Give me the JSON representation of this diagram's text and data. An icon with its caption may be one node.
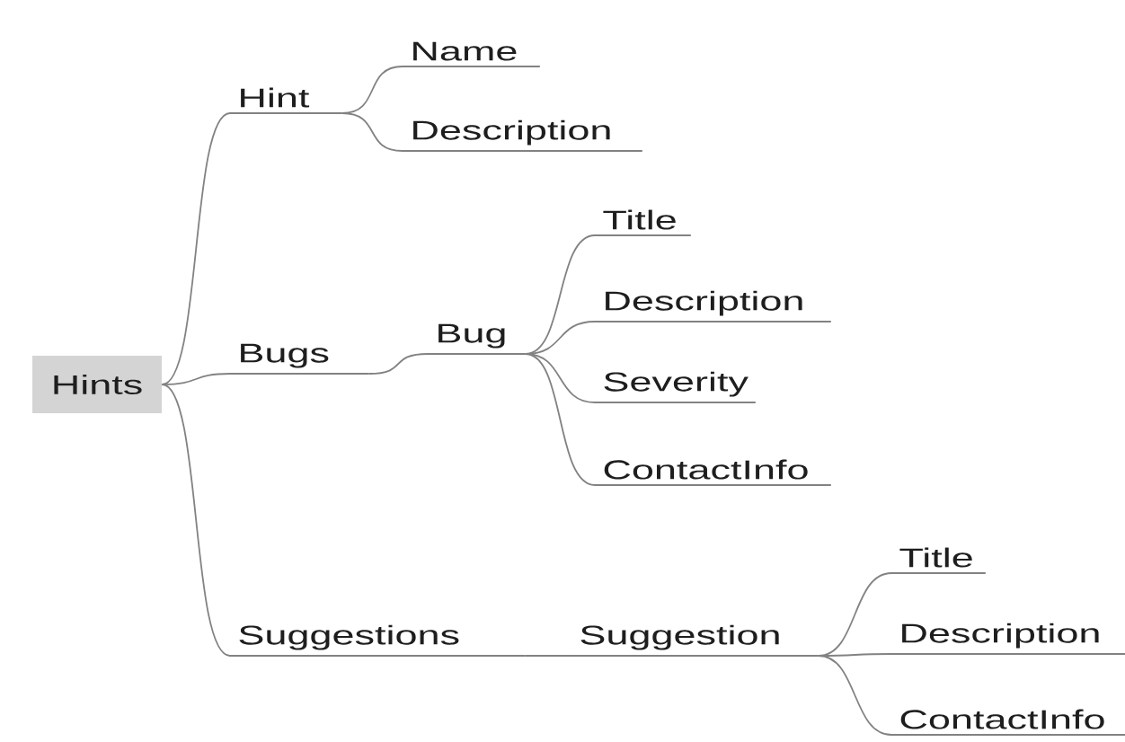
{
  "diagram": {
    "nodes": [
      {
        "text": [
          "Hints"
        ]
      },
      {
        "text": [
          "Hint"
        ]
      },
      {
        "text": [
          "Name"
        ]
      },
      {
        "text": [
          "Description"
        ]
      },
      {
        "text": [
          "Bugs"
        ]
      },
      {
        "text": [
          "Bug"
        ]
      },
      {
        "text": [
          "Title"
        ]
      },
      {
        "text": [
          "Description"
        ]
      },
      {
        "text": [
          "Severity"
        ]
      },
      {
        "text": [
          "ContactInfo"
        ]
      },
      {
        "text": [
          "Suggestions"
        ]
      },
      {
        "text": [
          "Suggestion"
        ]
      },
      {
        "text": [
          "Title"
        ]
      },
      {
        "text": [
          "Description"
        ]
      },
      {
        "text": [
          "ContactInfo"
        ]
      }
    ],
    "edges": [
      {
        "from": 0,
        "to": 1,
        "arrow": "none"
      },
      {
        "from": 1,
        "to": 2,
        "arrow": "none"
      },
      {
        "from": 1,
        "to": 3,
        "arrow": "none"
      },
      {
        "from": 0,
        "to": 4,
        "arrow": "none"
      },
      {
        "from": 4,
        "to": 5,
        "arrow": "none"
      },
      {
        "from": 5,
        "to": 6,
        "arrow": "none"
      },
      {
        "from": 5,
        "to": 7,
        "arrow": "none"
      },
      {
        "from": 5,
        "to": 8,
        "arrow": "none"
      },
      {
        "from": 5,
        "to": 9,
        "arrow": "none"
      },
      {
        "from": 0,
        "to": 10,
        "arrow": "none"
      },
      {
        "from": 10,
        "to": 11,
        "arrow": "none"
      },
      {
        "from": 11,
        "to": 12,
        "arrow": "none"
      },
      {
        "from": 11,
        "to": 13,
        "arrow": "none"
      },
      {
        "from": 11,
        "to": 14,
        "arrow": "none"
      }
    ]
  }
}
